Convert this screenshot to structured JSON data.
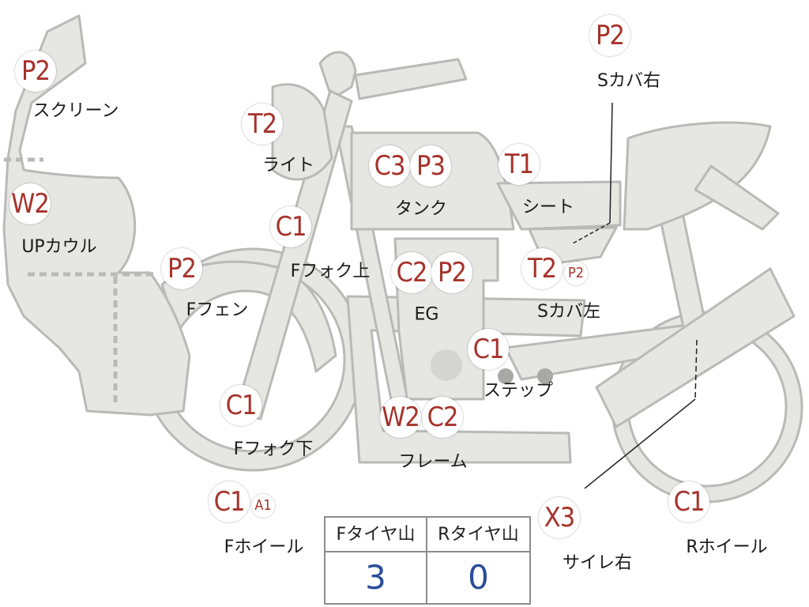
{
  "badges": {
    "screen": "P2",
    "light": "T2",
    "up_cowl": "W2",
    "fork_upper": "C1",
    "front_fender": "P2",
    "tank_c": "C3",
    "tank_p": "P3",
    "seat": "T1",
    "seat_cover_right": "P2",
    "engine_c": "C2",
    "engine_p": "P2",
    "seat_cover_left_t": "T2",
    "seat_cover_left_p": "P2",
    "step": "C1",
    "fork_lower": "C1",
    "frame_w": "W2",
    "frame_c": "C2",
    "front_wheel_c": "C1",
    "front_wheel_a": "A1",
    "muffler_right": "X3",
    "rear_wheel": "C1"
  },
  "labels": {
    "screen": "スクリーン",
    "light": "ライト",
    "up_cowl": "UPカウル",
    "fork_upper": "Fフォク上",
    "front_fender": "Fフェン",
    "tank": "タンク",
    "seat": "シート",
    "seat_cover_right": "Sカバ右",
    "engine": "EG",
    "seat_cover_left": "Sカバ左",
    "step": "ステップ",
    "fork_lower": "Fフォク下",
    "frame": "フレーム",
    "front_wheel": "Fホイール",
    "muffler_right": "サイレ右",
    "rear_wheel": "Rホイール"
  },
  "tire_table": {
    "front_header": "Fタイヤ山",
    "rear_header": "Rタイヤ山",
    "front_value": "3",
    "rear_value": "0"
  },
  "colors": {
    "body_fill": "#e6e6e3",
    "outline": "#b9b9b6",
    "badge_text": "#a6332b",
    "value_text": "#2a4e9a"
  }
}
